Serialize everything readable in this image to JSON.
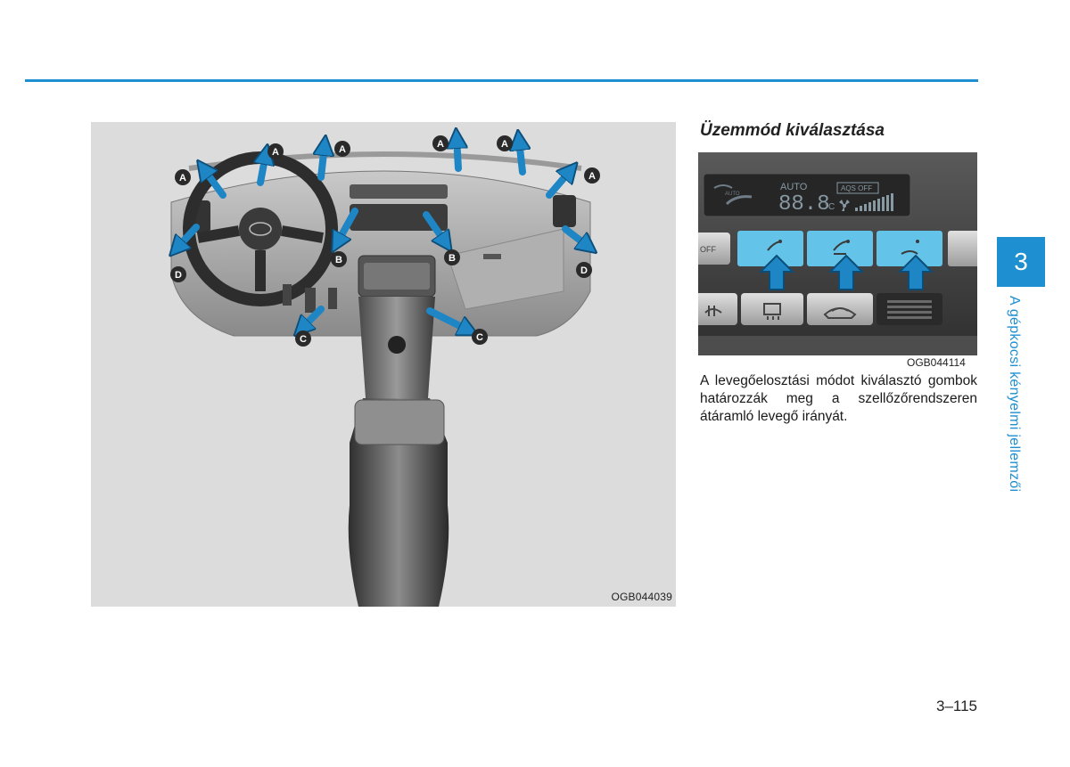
{
  "header": {
    "rule_color": "#1e8fd1"
  },
  "figure_left": {
    "code": "OGB044039",
    "vent_labels": [
      "A",
      "A",
      "A",
      "A",
      "A",
      "A",
      "B",
      "B",
      "C",
      "C",
      "D",
      "D"
    ]
  },
  "section": {
    "title": "Üzemmód kiválasztása",
    "figure_code": "OGB044114",
    "body": "A levegőelosztási módot kiválasztó gom­bok határozzák meg a szellőzőrendsze­ren átáramló levegő irányát."
  },
  "control_panel": {
    "auto_icon_label": "AUTO",
    "auto_label": "AUTO",
    "temperature": "88.8",
    "temp_unit": "°C",
    "aqs_label": "AQS OFF",
    "off_label": "OFF"
  },
  "side_tab": {
    "chapter": "3",
    "title": "A gépkocsi kényelmi jellemzői"
  },
  "footer": {
    "page_number": "3–115"
  },
  "colors": {
    "accent": "#1e8fd1",
    "arrow": "#1f86c6",
    "lcd_blue": "#63c3e8"
  }
}
